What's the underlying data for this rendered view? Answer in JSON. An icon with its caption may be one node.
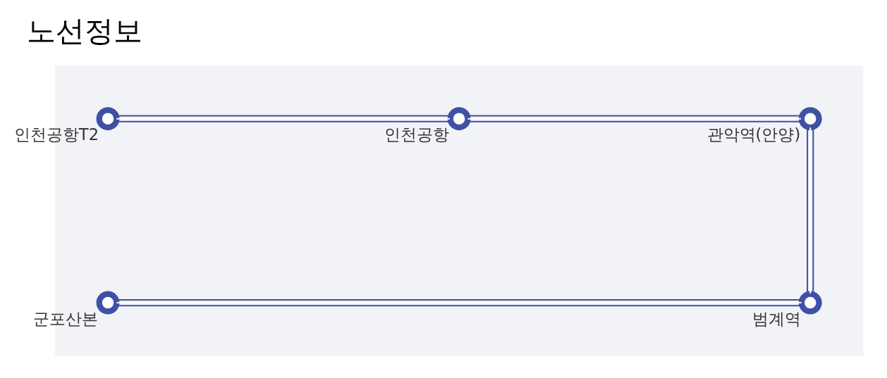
{
  "diagram": {
    "title": "노선정보",
    "nodes": [
      {
        "text": [],
        "shape": "box"
      },
      {
        "text": [],
        "shape": "circle",
        "beside": [
          "인천공항T2"
        ],
        "in": 0
      },
      {
        "text": [],
        "shape": "circle",
        "beside": [
          "인천공항"
        ],
        "in": 0
      },
      {
        "text": [],
        "shape": "circle",
        "beside": [
          "관악역(안양)"
        ],
        "in": 0
      },
      {
        "text": [],
        "shape": "circle",
        "beside": [
          "범계역"
        ],
        "in": 0
      },
      {
        "text": [],
        "shape": "circle",
        "beside": [
          "군포산본"
        ],
        "in": 0
      }
    ],
    "edges": [
      {
        "from": 1,
        "to": 2,
        "arrow": "none"
      },
      {
        "from": 2,
        "to": 3,
        "arrow": "none"
      },
      {
        "from": 3,
        "to": 4,
        "arrow": "none"
      },
      {
        "from": 4,
        "to": 5,
        "arrow": "none"
      }
    ]
  }
}
